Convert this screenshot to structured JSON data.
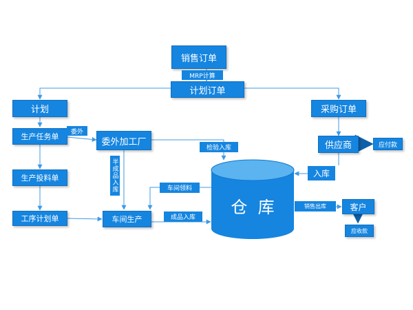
{
  "nodes": {
    "sales_order": "销售订单",
    "plan_order": "计划订单",
    "plan": "计划",
    "purchase_order": "采购订单",
    "production_task": "生产任务单",
    "outsource_factory": "委外加工厂",
    "supplier": "供应商",
    "payable": "应付款",
    "material_issue": "生产投料单",
    "process_plan": "工序计划单",
    "workshop_production": "车间生产",
    "warehouse": "仓  库",
    "customer": "客户",
    "receivable": "应收款"
  },
  "edge_labels": {
    "mrp": "MRP计算",
    "outsource": "委外",
    "inspection_in": "检验入库",
    "semi_finished_in": "半成品入库",
    "workshop_requisition": "车间领料",
    "finished_in": "成品入库",
    "stock_in": "入库",
    "sales_out": "销售出库"
  },
  "colors": {
    "box_fill": "#1585e0",
    "line": "#3f9ae5",
    "cylinder_top": "#5bb3f0"
  }
}
